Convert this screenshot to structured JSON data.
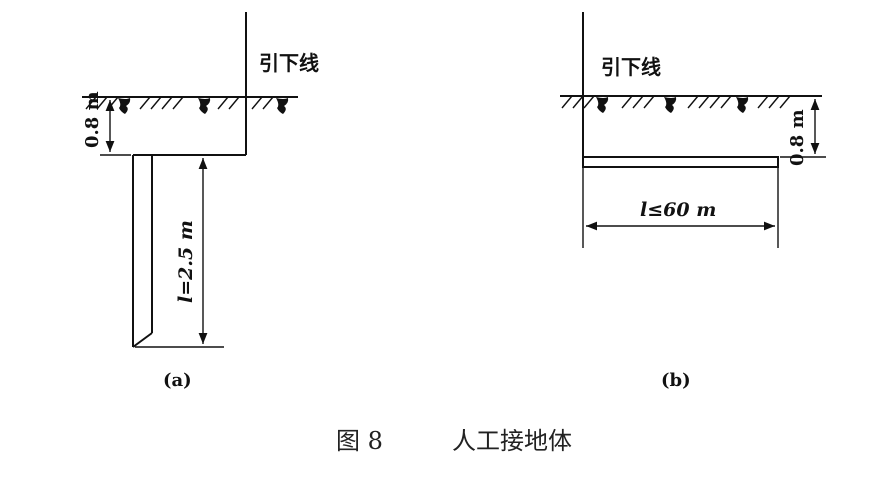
{
  "figure": {
    "caption_number": "图 8",
    "caption_title": "人工接地体"
  },
  "panel_a": {
    "lead_label": "引下线",
    "depth_label": "0.8 m",
    "length_label": "l=2.5 m",
    "sublabel": "(a)"
  },
  "panel_b": {
    "lead_label": "引下线",
    "depth_label": "0.8 m",
    "length_label": "l≤60 m",
    "sublabel": "(b)"
  }
}
